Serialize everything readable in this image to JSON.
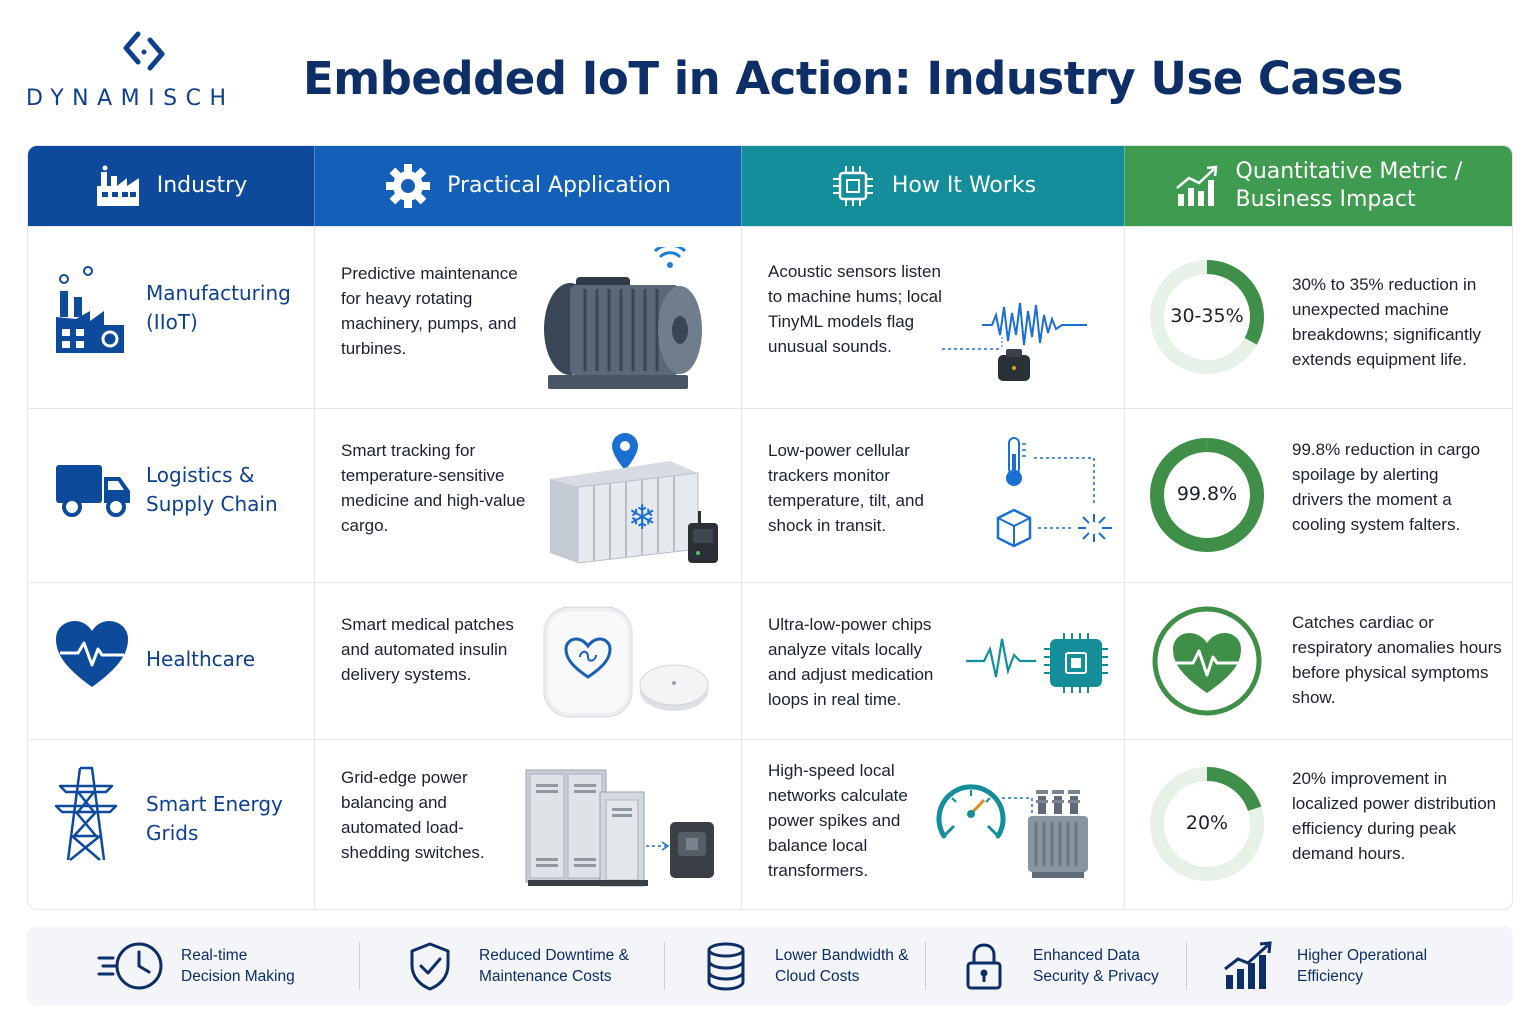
{
  "brand": {
    "logo_text": "DYNAMISCH",
    "color": "#0f3f8f"
  },
  "title": "Embedded IoT in Action: Industry Use Cases",
  "columns": [
    {
      "label": "Industry",
      "icon": "factory-icon",
      "color": "#0d4a9c"
    },
    {
      "label": "Practical Application",
      "icon": "gear-icon",
      "color": "#1460b8"
    },
    {
      "label": "How It Works",
      "icon": "chip-icon",
      "color": "#138e9a"
    },
    {
      "label": "Quantitative Metric / Business Impact",
      "icon": "bar-chart-icon",
      "color": "#3f9b4f"
    }
  ],
  "rows": [
    {
      "industry": "Manufacturing (IIoT)",
      "industry_icon": "factory-gear-icon",
      "application": "Predictive maintenance for heavy rotating machinery, pumps, and turbines.",
      "application_image": "electric-motor-illustration",
      "how": "Acoustic sensors listen to machine hums; local TinyML models flag unusual sounds.",
      "how_image": "sound-wave-sensor-illustration",
      "metric_value": "30-35%",
      "metric_fraction": 0.33,
      "metric_text": "30% to 35% reduction in unexpected machine breakdowns; significantly extends equipment life."
    },
    {
      "industry": "Logistics & Supply Chain",
      "industry_icon": "truck-icon",
      "application": "Smart tracking for temperature-sensitive medicine and high-value cargo.",
      "application_image": "refrigerated-container-illustration",
      "how": "Low-power cellular trackers monitor temperature, tilt, and shock in transit.",
      "how_image": "thermometer-box-shock-illustration",
      "metric_value": "99.8%",
      "metric_fraction": 0.998,
      "metric_text": "99.8% reduction in cargo spoilage by alerting drivers the moment a cooling system falters."
    },
    {
      "industry": "Healthcare",
      "industry_icon": "heart-pulse-icon",
      "application": "Smart medical patches and automated insulin delivery systems.",
      "application_image": "medical-patch-illustration",
      "how": "Ultra-low-power chips analyze vitals locally and adjust medication loops in real time.",
      "how_image": "pulse-chip-illustration",
      "metric_value": "",
      "metric_fraction": 1,
      "metric_icon": "heart-pulse-icon",
      "metric_text": "Catches cardiac or respiratory anomalies hours before physical symptoms show."
    },
    {
      "industry": "Smart Energy Grids",
      "industry_icon": "power-tower-icon",
      "application": "Grid-edge power balancing and automated load-shedding switches.",
      "application_image": "electrical-cabinets-illustration",
      "how": "High-speed local networks calculate power spikes and balance local transformers.",
      "how_image": "gauge-transformer-illustration",
      "metric_value": "20%",
      "metric_fraction": 0.2,
      "metric_text": "20% improvement in localized power distribution efficiency during peak demand hours."
    }
  ],
  "footer": [
    {
      "label": "Real-time Decision Making",
      "icon": "clock-speed-icon"
    },
    {
      "label": "Reduced Downtime & Maintenance Costs",
      "icon": "shield-check-icon"
    },
    {
      "label": "Lower Bandwidth & Cloud Costs",
      "icon": "database-icon"
    },
    {
      "label": "Enhanced Data Security & Privacy",
      "icon": "lock-icon"
    },
    {
      "label": "Higher Operational Efficiency",
      "icon": "growth-chart-icon"
    }
  ],
  "colors": {
    "navy": "#0d2e66",
    "blue": "#0f3f8f",
    "teal": "#138e9a",
    "green": "#3f9b4f",
    "light_green": "#e6f2e8"
  }
}
